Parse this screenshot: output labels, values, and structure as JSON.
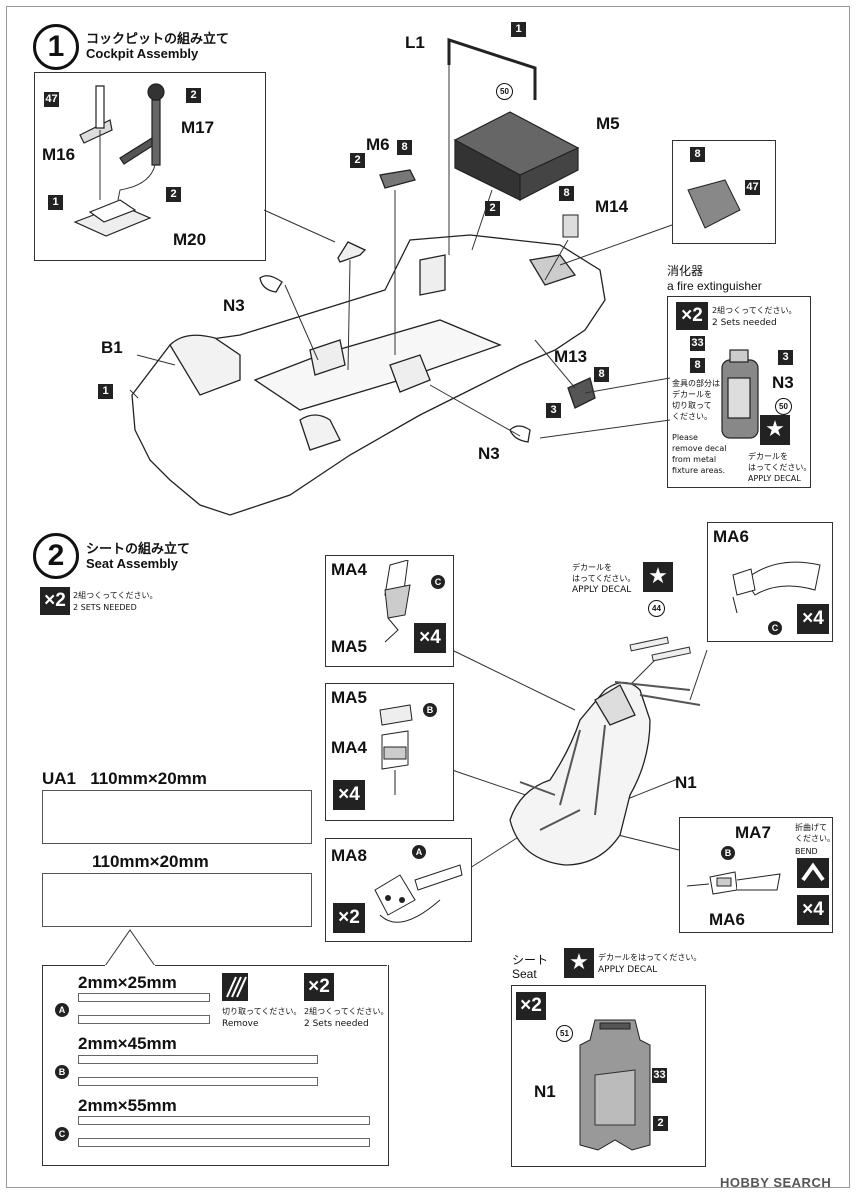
{
  "step1": {
    "number": "1",
    "title_jp": "コックピットの組み立て",
    "title_en": "Cockpit Assembly"
  },
  "step2": {
    "number": "2",
    "title_jp": "シートの組み立て",
    "title_en": "Seat Assembly",
    "sets_mult": "×2",
    "sets_jp": "2組つくってください。",
    "sets_en": "2 SETS NEEDED"
  },
  "parts": {
    "L1": "L1",
    "M5": "M5",
    "M6": "M6",
    "M14": "M14",
    "M16": "M16",
    "M17": "M17",
    "M20": "M20",
    "N3": "N3",
    "B1": "B1",
    "M13": "M13",
    "MA4": "MA4",
    "MA5": "MA5",
    "MA6": "MA6",
    "MA7": "MA7",
    "MA8": "MA8",
    "N1": "N1"
  },
  "colors": {
    "c1": "1",
    "c2": "2",
    "c3": "3",
    "c8": "8",
    "c47": "47",
    "c50": "50",
    "c44": "44",
    "c51": "51",
    "c33": "33"
  },
  "extinguisher": {
    "title_jp": "消化器",
    "title_en": "a fire extinguisher",
    "mult": "×2",
    "sets_jp": "2組つくってください。",
    "sets_en": "2 Sets needed",
    "remove_jp": "金具の部分は\nデカールを\n切り取って\nください。",
    "remove_en": "Please\nremove decal\nfrom metal\nfixture areas.",
    "apply_jp": "デカールを\nはってください。",
    "apply_en": "APPLY DECAL"
  },
  "seat": {
    "decal_jp": "デカールを\nはってください。",
    "decal_en": "APPLY DECAL",
    "mult4": "×4",
    "bend_jp": "折曲げて\nください。",
    "bend_en": "BEND",
    "letters": {
      "a": "A",
      "b": "B",
      "c": "C"
    },
    "seat_label_jp": "シート",
    "seat_label_en": "Seat",
    "seat_decal_jp": "デカールをはってください。",
    "seat_decal_en": "APPLY DECAL"
  },
  "template": {
    "ua1_label": "UA1",
    "ua1_size": "110mm×20mm",
    "ua2_size": "110mm×20mm",
    "c_a": "2mm×25mm",
    "c_b": "2mm×45mm",
    "c_c": "2mm×55mm",
    "remove_jp": "切り取ってください。",
    "remove_en": "Remove",
    "sets_mult": "×2",
    "sets_jp": "2組つくってください。",
    "sets_en": "2 Sets needed"
  },
  "watermark": "HOBBY SEARCH"
}
